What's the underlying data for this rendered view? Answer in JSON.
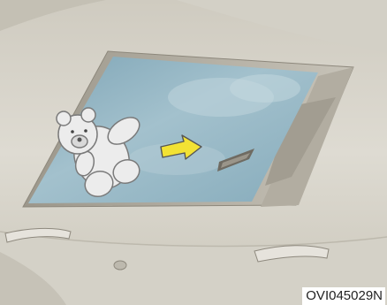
{
  "figure": {
    "caption": "OVI045029N",
    "subjects": [
      "headliner",
      "sunroof-glass",
      "teddy-bear-icon",
      "arrow-right-icon",
      "sunroof-handle",
      "grab-handle",
      "dome-light"
    ]
  },
  "colors": {
    "headliner": "#d9d6cc",
    "headliner_shadow": "#b9b5a9",
    "glass": "#8fb3c2",
    "glass_light": "#b4ccd6",
    "arrow": "#f2e234",
    "bear": "#e9e9e9"
  }
}
